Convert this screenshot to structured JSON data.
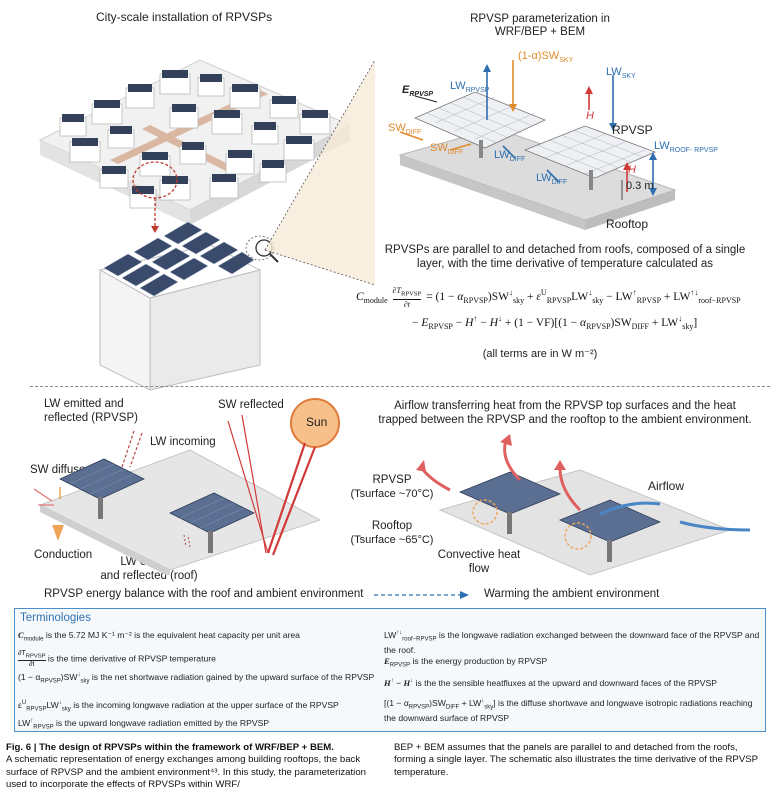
{
  "top_left": {
    "title": "City-scale installation of RPVSPs"
  },
  "top_right": {
    "title_l1": "RPVSP parameterization in",
    "title_l2": "WRF/BEP + BEM",
    "labels": {
      "e_rpvsp": "E",
      "e_rpvsp_sub": "RPVSP",
      "lw_rpvsp": "LW",
      "lw_rpvsp_sub": "RPVSP",
      "sw_sky": "(1-α)SW",
      "sw_sky_sub": "SKY",
      "lw_sky": "LW",
      "lw_sky_sub": "SKY",
      "sw_diff1": "SW",
      "sw_diff1_sub": "DIFF",
      "sw_diff2": "SW",
      "sw_diff2_sub": "DIFF",
      "lw_diff1": "LW",
      "lw_diff1_sub": "DIFF",
      "lw_diff2": "LW",
      "lw_diff2_sub": "DIFF",
      "h1": "H",
      "h2": "H",
      "rpvsp": "RPVSP",
      "lw_roof": "LW",
      "lw_roof_sub": "ROOF- RPVSP",
      "gap": "0.3 m",
      "rooftop": "Rooftop"
    },
    "desc_l1": "RPVSPs are parallel to and detached from roofs, composed of a single",
    "desc_l2": "layer, with the time derivative of temperature calculated as",
    "eq_line1": "Cmodule ∂TRPVSP/∂t = (1 − αRPVSP)SW↓sky + εURPVSP LW↓sky − LW↑RPVSP + LW↑↓roof−RPVSP",
    "eq_line2": "− ERPVSP − H↑ − H↓ + (1 − VF)[(1 − αRPVSP)SWDIFF + LW↓sky]",
    "units": "(all terms are in W m⁻²)"
  },
  "bottom_left": {
    "lw_emitted": "LW emitted and",
    "lw_reflected": "reflected (RPVSP)",
    "lw_incoming": "LW incoming",
    "sw_reflected": "SW reflected",
    "sun": "Sun",
    "sw_diffuse": "SW diffuse",
    "conduction": "Conduction",
    "lw_roof_l1": "LW emitted",
    "lw_roof_l2": "and reflected (roof)",
    "caption": "RPVSP energy balance with the roof and ambient environment"
  },
  "bottom_right": {
    "title_l1": "Airflow transferring heat from the RPVSP top surfaces and the heat",
    "title_l2": "trapped between the RPVSP and the rooftop to the ambient environment.",
    "rpvsp": "RPVSP",
    "rpvsp_t": "(Tsurface ~70°C)",
    "rooftop": "Rooftop",
    "rooftop_t": "(Tsurface ~65°C)",
    "airflow": "Airflow",
    "conv_l1": "Convective heat",
    "conv_l2": "flow",
    "caption": "Warming the ambient environment"
  },
  "terminologies": {
    "header": "Terminologies",
    "items": [
      "is the 5.72 MJ K⁻¹ m⁻² is the equivalent heat capacity per unit area",
      "is the time derivative of RPVSP temperature",
      "is the net shortwave radiation gained by the upward surface of the RPVSP",
      "is the incoming longwave radiation at the upper surface of the RPVSP",
      "is the upward longwave radiation emitted by the RPVSP",
      "is the longwave radiation exchanged between the downward face of the RPVSP and the roof.",
      "is the energy production by RPVSP",
      "is the the sensible heatfluxes at the upward and downward faces of the RPVSP",
      "is the diffuse shortwave and longwave isotropic radiations reaching the downward surface of RPVSP"
    ]
  },
  "caption": {
    "bold": "Fig. 6 | The design of RPVSPs within the framework of WRF/BEP + BEM.",
    "left": "A schematic representation of energy exchanges among building rooftops, the back surface of RPVSP and the ambient environment⁴³. In this study, the parameterization used to incorporate the effects of RPVSPs within WRF/",
    "right": "BEP + BEM assumes that the panels are parallel to and detached from the roofs, forming a single layer. The schematic also illustrates the time derivative of the RPVSP temperature."
  }
}
